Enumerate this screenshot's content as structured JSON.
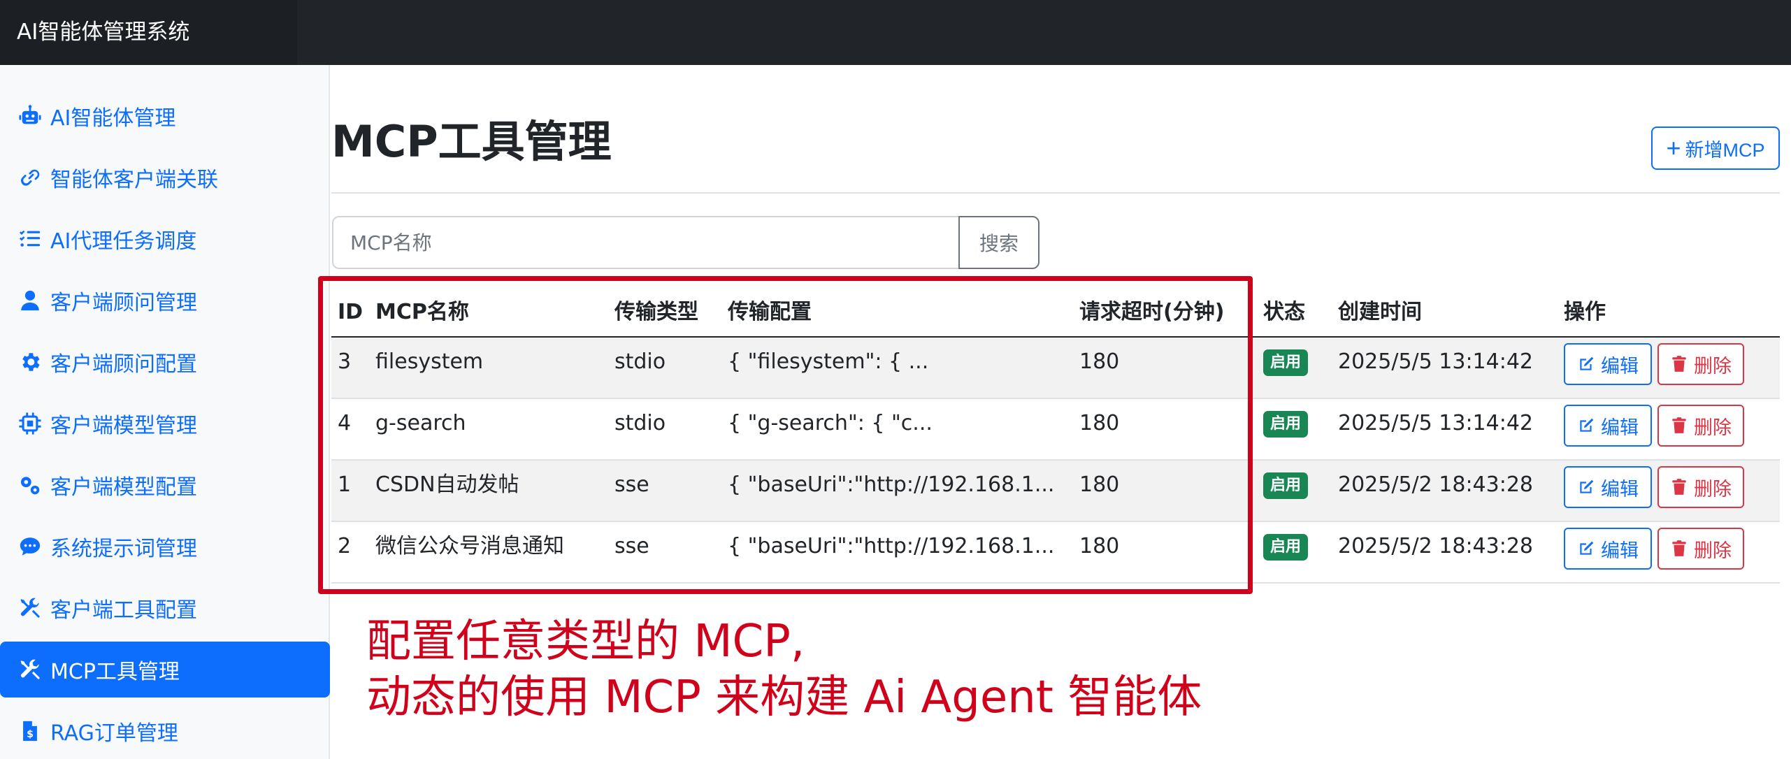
{
  "app": {
    "title": "AI智能体管理系统"
  },
  "sidebar": {
    "items": [
      {
        "label": "AI智能体管理",
        "icon": "robot-icon",
        "active": false
      },
      {
        "label": "智能体客户端关联",
        "icon": "link-icon",
        "active": false
      },
      {
        "label": "AI代理任务调度",
        "icon": "list-check-icon",
        "active": false
      },
      {
        "label": "客户端顾问管理",
        "icon": "user-icon",
        "active": false
      },
      {
        "label": "客户端顾问配置",
        "icon": "gear-icon",
        "active": false
      },
      {
        "label": "客户端模型管理",
        "icon": "chip-icon",
        "active": false
      },
      {
        "label": "客户端模型配置",
        "icon": "gears-icon",
        "active": false
      },
      {
        "label": "系统提示词管理",
        "icon": "comment-icon",
        "active": false
      },
      {
        "label": "客户端工具配置",
        "icon": "tools-icon",
        "active": false
      },
      {
        "label": "MCP工具管理",
        "icon": "tools-icon",
        "active": true
      },
      {
        "label": "RAG订单管理",
        "icon": "file-dollar-icon",
        "active": false
      }
    ]
  },
  "main": {
    "title": "MCP工具管理",
    "add_button": {
      "icon": "plus-icon",
      "label": "新增MCP"
    },
    "search": {
      "placeholder": "MCP名称",
      "value": "",
      "button_label": "搜索"
    },
    "table": {
      "columns": [
        "ID",
        "MCP名称",
        "传输类型",
        "传输配置",
        "请求超时(分钟)",
        "状态",
        "创建时间",
        "操作"
      ],
      "rows": [
        {
          "id": "3",
          "name": "filesystem",
          "transport": "stdio",
          "config": "{ \"filesystem\": { ...",
          "timeout": "180",
          "status": "启用",
          "created": "2025/5/5 13:14:42"
        },
        {
          "id": "4",
          "name": "g-search",
          "transport": "stdio",
          "config": "{ \"g-search\": { \"c...",
          "timeout": "180",
          "status": "启用",
          "created": "2025/5/5 13:14:42"
        },
        {
          "id": "1",
          "name": "CSDN自动发帖",
          "transport": "sse",
          "config": "{ \"baseUri\":\"http://192.168.1...",
          "timeout": "180",
          "status": "启用",
          "created": "2025/5/2 18:43:28"
        },
        {
          "id": "2",
          "name": "微信公众号消息通知",
          "transport": "sse",
          "config": "{ \"baseUri\":\"http://192.168.1...",
          "timeout": "180",
          "status": "启用",
          "created": "2025/5/2 18:43:28"
        }
      ],
      "actions": {
        "edit_label": "编辑",
        "delete_label": "删除",
        "edit_icon": "edit-icon",
        "delete_icon": "trash-icon"
      }
    }
  },
  "annotation": {
    "line1": "配置任意类型的 MCP,",
    "line2": "动态的使用 MCP 来构建 Ai Agent 智能体"
  },
  "colors": {
    "primary": "#0d6efd",
    "danger": "#dc3545",
    "success": "#198754",
    "topbar": "#212529",
    "annotation": "#d0021b"
  }
}
